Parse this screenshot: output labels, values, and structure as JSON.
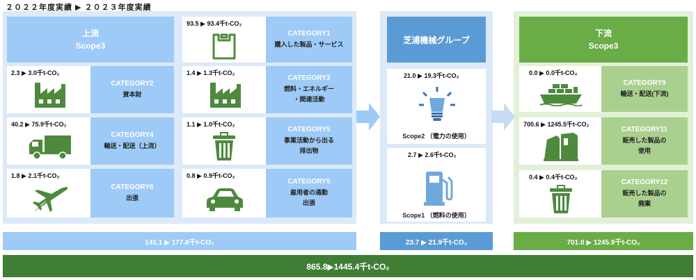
{
  "title": "２０２２年度実績 ▶ ２０２３年度実績",
  "upstream": {
    "header_line1": "上流",
    "header_line2": "Scope3",
    "total": "141.1 ▶ 177.6千t-CO₂",
    "cards": [
      {
        "value": "93.5 ▶ 93.4千t-CO₂",
        "category": "CATEGORY1",
        "desc1": "購入した製品・サービス",
        "desc2": "",
        "icon": "shopping-bag-icon"
      },
      {
        "value": "2.3 ▶ 3.0千t-CO₂",
        "category": "CATEGORY2",
        "desc1": "資本財",
        "desc2": "",
        "icon": "factory-icon"
      },
      {
        "value": "1.4 ▶ 1.3千t-CO₂",
        "category": "CATEGORY3",
        "desc1": "燃料・エネルギー",
        "desc2": "・関連活動",
        "icon": "factory-icon"
      },
      {
        "value": "40.2 ▶ 75.9千t-CO₂",
        "category": "CATEGORY4",
        "desc1": "輸送・配送（上流）",
        "desc2": "",
        "icon": "truck-icon"
      },
      {
        "value": "1.1 ▶ 1.0千t-CO₂",
        "category": "CATEGORY5",
        "desc1": "事業活動から出る",
        "desc2": "排出物",
        "icon": "trash-can-icon"
      },
      {
        "value": "1.8 ▶ 2.1千t-CO₂",
        "category": "CATEGORY6",
        "desc1": "出張",
        "desc2": "",
        "icon": "airplane-icon"
      },
      {
        "value": "0.8 ▶ 0.9千t-CO₂",
        "category": "CATEGORY5",
        "desc1": "雇用者の通勤",
        "desc2": "出張",
        "icon": "car-icon"
      }
    ]
  },
  "company": {
    "header": "芝浦機械グループ",
    "total": "23.7 ▶ 21.9千t-CO₂",
    "scope2": {
      "value": "21.0 ▶ 19.3千t-CO₂",
      "label": "Scope2 （電力の使用）",
      "icon": "light-bulb-icon"
    },
    "scope1": {
      "value": "2.7 ▶ 2.6千t-CO₂",
      "label": "Scope1 （燃料の使用）",
      "icon": "fuel-pump-icon"
    }
  },
  "downstream": {
    "header_line1": "下流",
    "header_line2": "Scope3",
    "total": "701.0 ▶ 1245.9千t-CO₂",
    "cards": [
      {
        "value": "0.0 ▶ 0.0千t-CO₂",
        "category": "CATEGORY9",
        "desc1": "輸送・配送(下流)",
        "desc2": "",
        "icon": "cargo-ship-icon"
      },
      {
        "value": "700.6 ▶ 1245.5千t-CO₂",
        "category": "CATEGORY11",
        "desc1": "販売した製品の",
        "desc2": "使用",
        "icon": "machine-icon"
      },
      {
        "value": "0.4 ▶ 0.4千t-CO₂",
        "category": "CATEGORY12",
        "desc1": "販売した製品の",
        "desc2": "廃棄",
        "icon": "trash-can-icon"
      }
    ]
  },
  "grand_total": "865.8▶1445.4千t-CO₂",
  "colors": {
    "light_blue": "#9dcaf6",
    "mid_blue": "#5b9bd5",
    "green": "#6aac46",
    "light_green": "#a9d08e",
    "icon_green": "#4e8a3e",
    "dark_green": "#3f7d35"
  }
}
